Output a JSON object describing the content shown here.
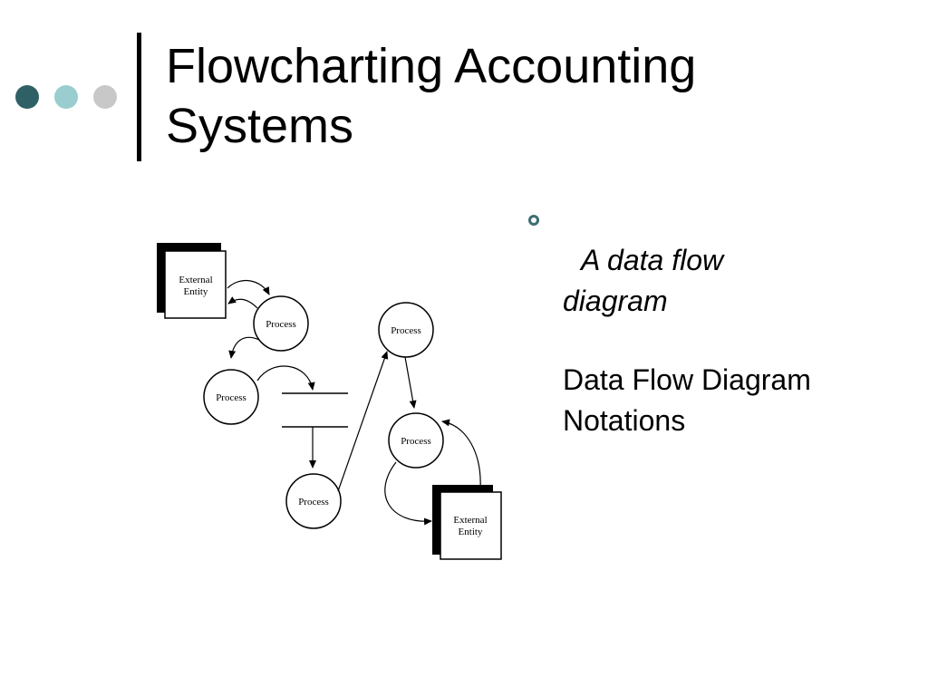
{
  "colors": {
    "dot1": "#2f6065",
    "dot2": "#99cdd0",
    "dot3": "#c8c8c8",
    "bullet": "#3d6e74"
  },
  "slide": {
    "title_line1": "Flowcharting Accounting",
    "title_line2": "Systems",
    "bullet_italic_line1": "A data flow",
    "bullet_italic_line2": "diagram",
    "bullet_line3": "Data Flow Diagram",
    "bullet_line4": "Notations"
  },
  "diagram": {
    "external_entity_top_line1": "External",
    "external_entity_top_line2": "Entity",
    "process_1": "Process",
    "process_2": "Process",
    "process_3": "Process",
    "process_4": "Process",
    "process_5": "Process",
    "external_entity_bottom_line1": "External",
    "external_entity_bottom_line2": "Entity"
  }
}
